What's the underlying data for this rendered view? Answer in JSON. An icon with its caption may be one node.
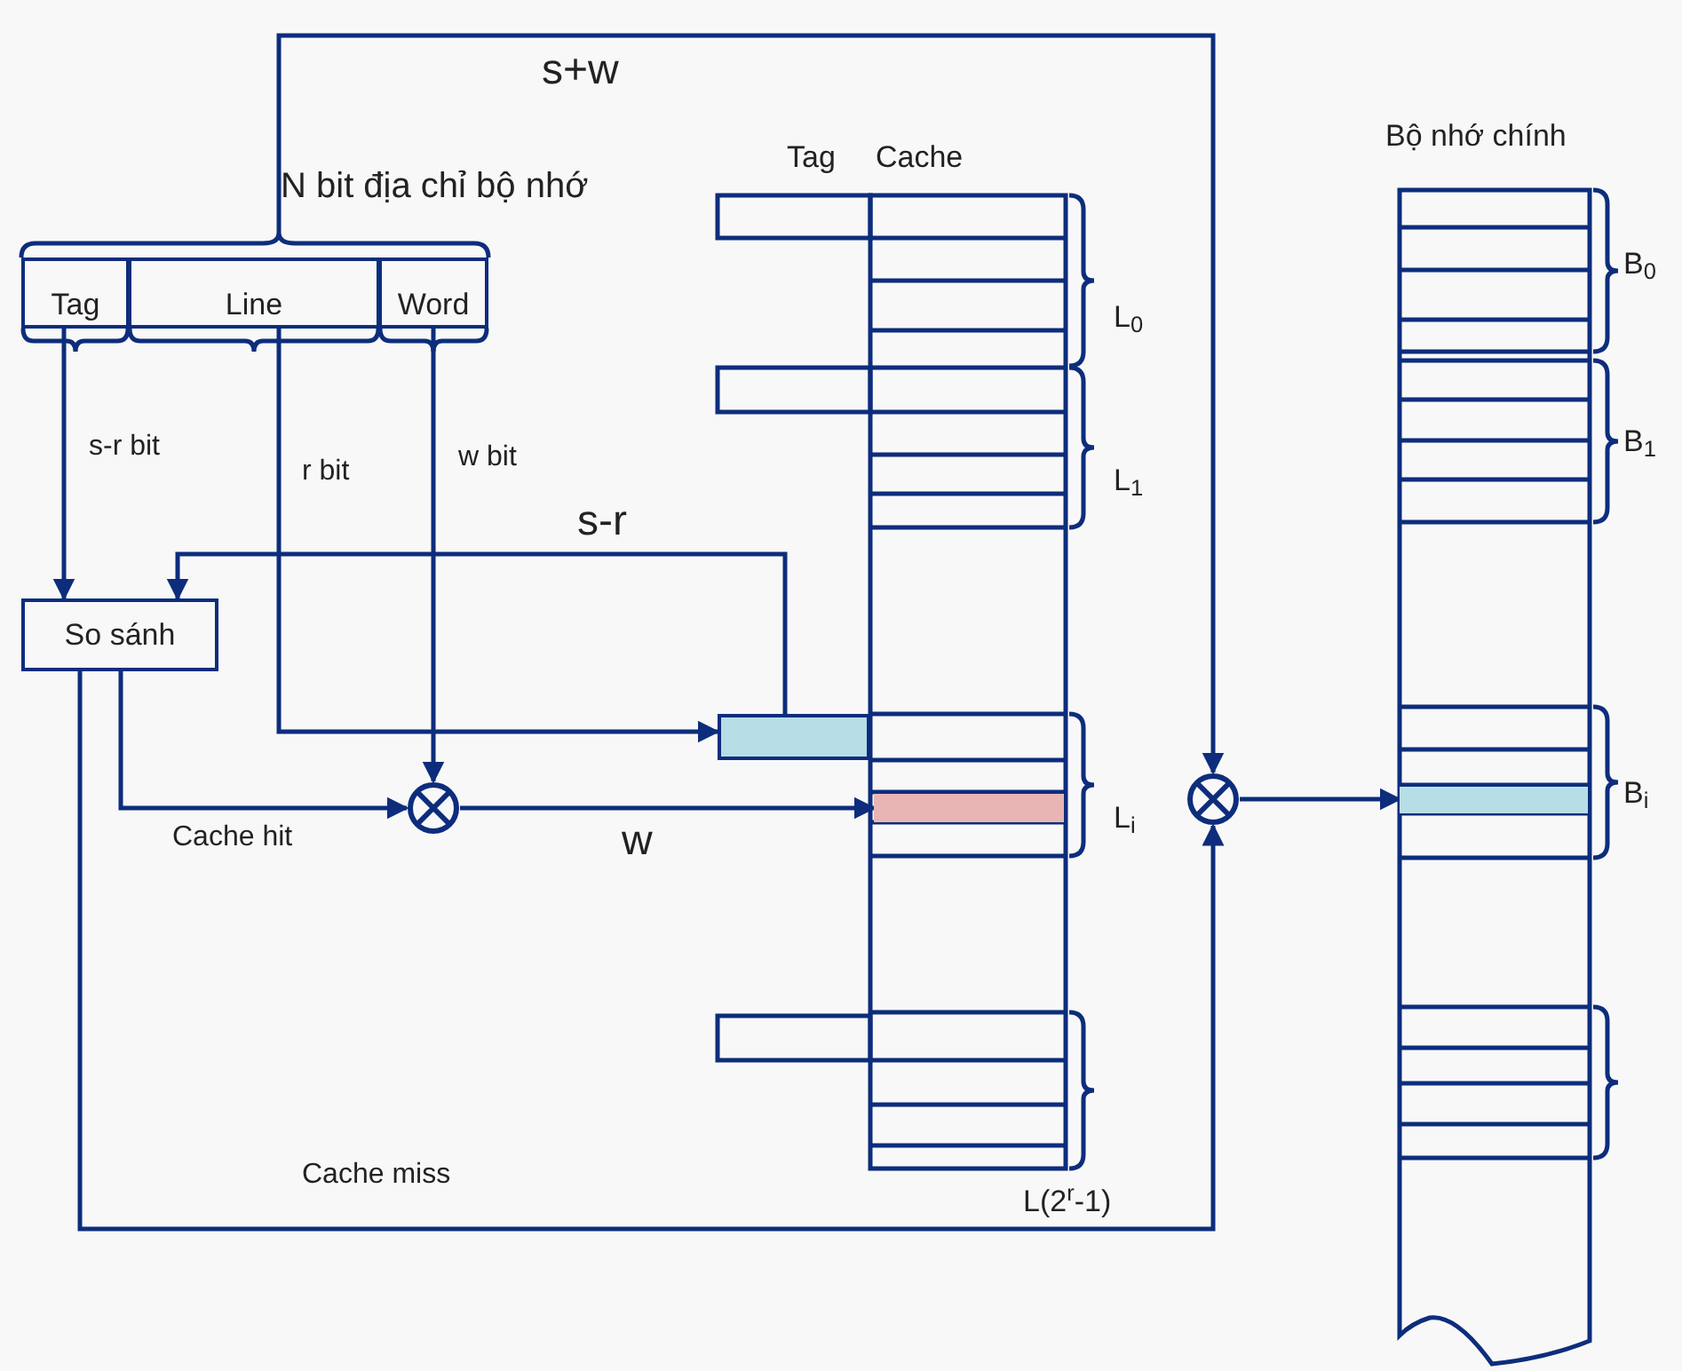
{
  "diagram": {
    "nodes": [
      {
        "text": [
          "N bit địa chỉ bộ nhớ"
        ]
      },
      {
        "text": [
          "Tag"
        ],
        "in": 0
      },
      {
        "text": [
          "Line"
        ],
        "in": 0
      },
      {
        "text": [
          "Word"
        ],
        "in": 0
      },
      {
        "text": [
          "So sánh"
        ]
      },
      {
        "text": [],
        "shape": "circle"
      },
      {
        "text": [],
        "shape": "box"
      },
      {
        "text": [],
        "shape": "bar"
      },
      {
        "text": [],
        "shape": "circle"
      },
      {
        "text": [],
        "shape": "bar"
      }
    ],
    "edges": [
      {
        "from": 0,
        "to": 8,
        "arrow": "to",
        "label": "s+w"
      },
      {
        "from": 1,
        "to": 4,
        "arrow": "to",
        "label": "s-r bit"
      },
      {
        "from": 2,
        "to": 6,
        "arrow": "to",
        "label": "r bit"
      },
      {
        "from": 3,
        "to": 5,
        "arrow": "to",
        "label": "w bit"
      },
      {
        "from": 6,
        "to": 4,
        "arrow": "to",
        "label": "s-r"
      },
      {
        "from": 4,
        "to": 5,
        "arrow": "to",
        "label": "Cache hit"
      },
      {
        "from": 5,
        "to": 7,
        "arrow": "to",
        "label": "w"
      },
      {
        "from": 4,
        "to": 8,
        "arrow": "to",
        "label": "Cache miss"
      },
      {
        "from": 8,
        "to": 9,
        "arrow": "to"
      }
    ],
    "labels": [
      "Tag",
      "Cache",
      "Bộ nhớ chính",
      "L$_{0}$",
      "L$_{1}$",
      "L$_{i}$",
      "L(2$^{r}$-1)",
      "B$_{0}$",
      "B$_{1}$",
      "B$_{i}$"
    ]
  }
}
